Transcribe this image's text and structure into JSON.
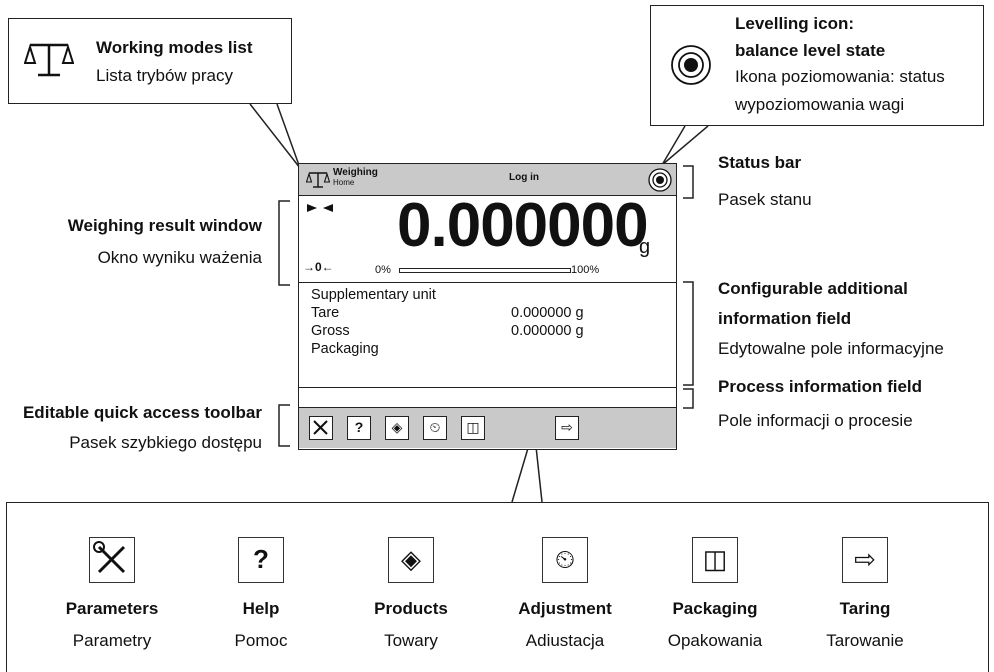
{
  "callouts": {
    "modes": {
      "title": "Working modes list",
      "subtitle": "Lista trybów pracy"
    },
    "levelling": {
      "title1": "Levelling icon:",
      "title2": "balance level state",
      "sub1": "Ikona poziomowania: status",
      "sub2": "wypoziomowania wagi"
    },
    "status_bar": {
      "title": "Status bar",
      "subtitle": "Pasek stanu"
    },
    "result_window": {
      "title": "Weighing result window",
      "subtitle": "Okno wyniku ważenia"
    },
    "config_field": {
      "title1": "Configurable additional",
      "title2": "information field",
      "subtitle": "Edytowalne pole informacyjne"
    },
    "process_field": {
      "title": "Process information field",
      "subtitle": "Pole informacji o procesie"
    },
    "toolbar": {
      "title": "Editable quick access toolbar",
      "subtitle": "Pasek szybkiego dostępu"
    }
  },
  "screen": {
    "mode_name": "Weighing",
    "mode_sub": "Home",
    "login": "Log in",
    "result_value": "0.000000",
    "result_unit": "g",
    "zero_marker": "→0←",
    "bar_min": "0%",
    "bar_max": "100%",
    "bar_fill": 0,
    "info_rows": [
      {
        "label": "Supplementary unit",
        "value": ""
      },
      {
        "label": "Tare",
        "value": "0.000000 g"
      },
      {
        "label": "Gross",
        "value": "0.000000 g"
      },
      {
        "label": "Packaging",
        "value": ""
      }
    ]
  },
  "legend": [
    {
      "title": "Parameters",
      "subtitle": "Parametry",
      "icon": "wrench-screwdriver-icon"
    },
    {
      "title": "Help",
      "subtitle": "Pomoc",
      "icon": "help-book-icon"
    },
    {
      "title": "Products",
      "subtitle": "Towary",
      "icon": "products-box-icon"
    },
    {
      "title": "Adjustment",
      "subtitle": "Adiustacja",
      "icon": "weight-scale-icon"
    },
    {
      "title": "Packaging",
      "subtitle": "Opakowania",
      "icon": "package-cube-icon"
    },
    {
      "title": "Taring",
      "subtitle": "Tarowanie",
      "icon": "taring-t-icon"
    }
  ]
}
